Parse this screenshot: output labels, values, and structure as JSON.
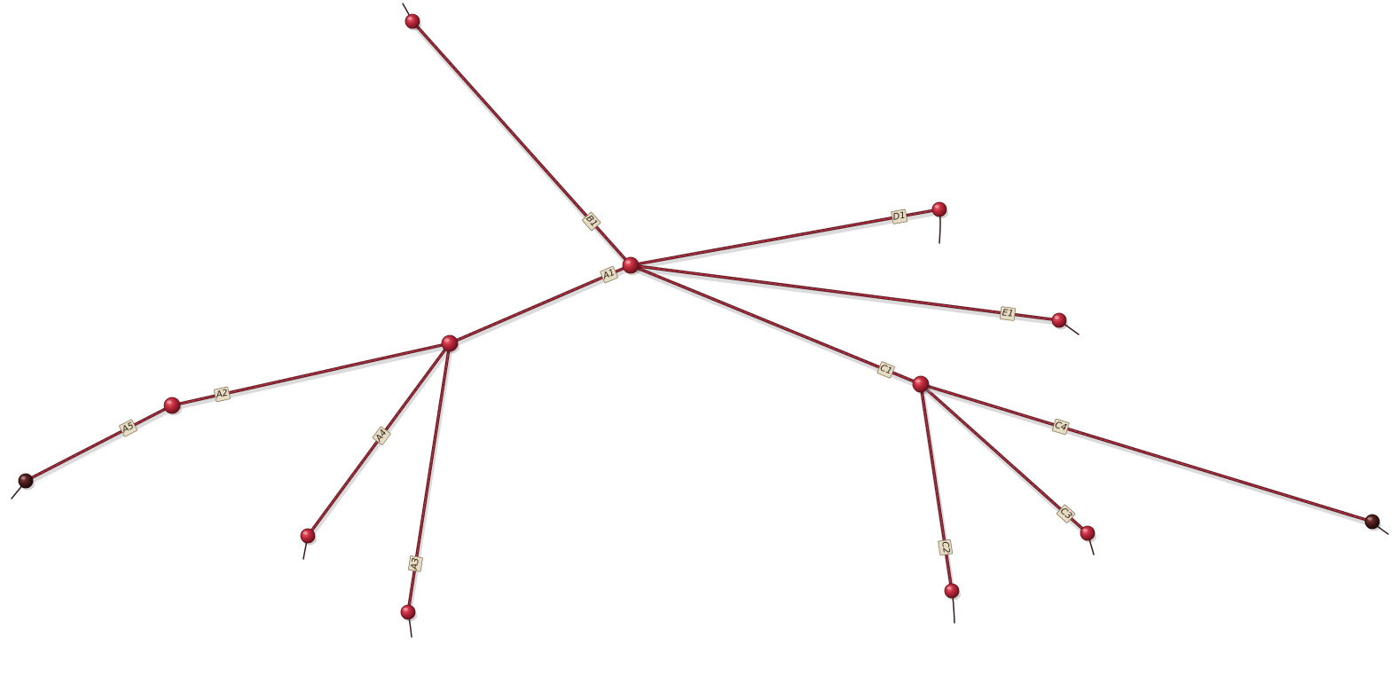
{
  "diagram": {
    "nodes": [
      {
        "id": "root",
        "color": "#b8283a"
      },
      {
        "id": "B1_end",
        "color": "#b8283a"
      },
      {
        "id": "D1_end",
        "color": "#b8283a"
      },
      {
        "id": "E1_end",
        "color": "#b8283a"
      },
      {
        "id": "A1_node",
        "color": "#b8283a"
      },
      {
        "id": "C1_node",
        "color": "#b8283a"
      },
      {
        "id": "A2_node",
        "color": "#b8283a"
      },
      {
        "id": "A5_end",
        "color": "#4a1a1a"
      },
      {
        "id": "A4_end",
        "color": "#b8283a"
      },
      {
        "id": "A3_end",
        "color": "#b8283a"
      },
      {
        "id": "C2_end",
        "color": "#b8283a"
      },
      {
        "id": "C3_end",
        "color": "#b8283a"
      },
      {
        "id": "C4_end",
        "color": "#4a1a1a"
      }
    ],
    "edges": [
      {
        "label": "B1",
        "from": "root",
        "to": "B1_end"
      },
      {
        "label": "D1",
        "from": "root",
        "to": "D1_end"
      },
      {
        "label": "E1",
        "from": "root",
        "to": "E1_end"
      },
      {
        "label": "A1",
        "from": "root",
        "to": "A1_node"
      },
      {
        "label": "C1",
        "from": "root",
        "to": "C1_node"
      },
      {
        "label": "A2",
        "from": "A1_node",
        "to": "A2_node"
      },
      {
        "label": "A5",
        "from": "A2_node",
        "to": "A5_end"
      },
      {
        "label": "A4",
        "from": "A1_node",
        "to": "A4_end"
      },
      {
        "label": "A3",
        "from": "A1_node",
        "to": "A3_end"
      },
      {
        "label": "C2",
        "from": "C1_node",
        "to": "C2_end"
      },
      {
        "label": "C3",
        "from": "C1_node",
        "to": "C3_end"
      },
      {
        "label": "C4",
        "from": "C1_node",
        "to": "C4_end"
      }
    ]
  }
}
